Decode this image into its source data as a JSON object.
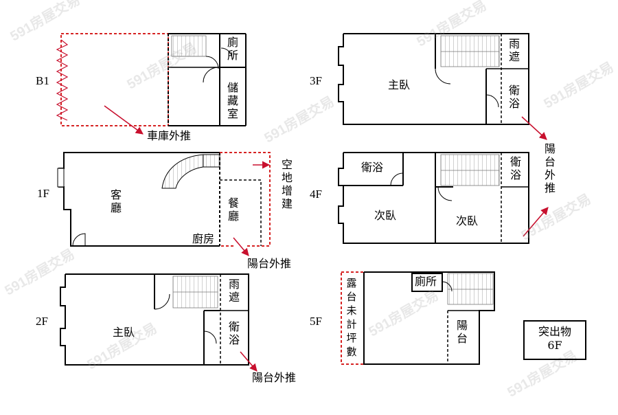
{
  "floors": {
    "b1": "B1",
    "f1": "1F",
    "f2": "2F",
    "f3": "3F",
    "f4": "4F",
    "f5": "5F"
  },
  "rooms": {
    "b1_toilet": "廁所",
    "b1_storage": "儲藏室",
    "f1_living": "客廳",
    "f1_dining": "餐廳",
    "f1_kitchen": "廚房",
    "f2_rain": "雨遮",
    "f2_master": "主臥",
    "f2_bath": "衛浴",
    "f3_rain": "雨遮",
    "f3_master": "主臥",
    "f3_bath": "衛浴",
    "f4_bath_left": "衛浴",
    "f4_bath_right": "衛浴",
    "f4_bed_left": "次臥",
    "f4_bed_right": "次臥",
    "f5_toilet": "廁所",
    "f5_balcony": "陽台"
  },
  "annotations": {
    "garage_push": "車庫外推",
    "air_addition": "空地增建",
    "f1_balcony_push": "陽台外推",
    "f2_balcony_push": "陽台外推",
    "f34_balcony_push": "陽台外推",
    "f5_terrace": "露台未計坪數",
    "protrusion_line1": "突出物",
    "protrusion_line2": "6F"
  },
  "watermark": "591房屋交易",
  "colors": {
    "wall": "#000000",
    "added": "#d62222",
    "arrow": "#c8102e"
  }
}
